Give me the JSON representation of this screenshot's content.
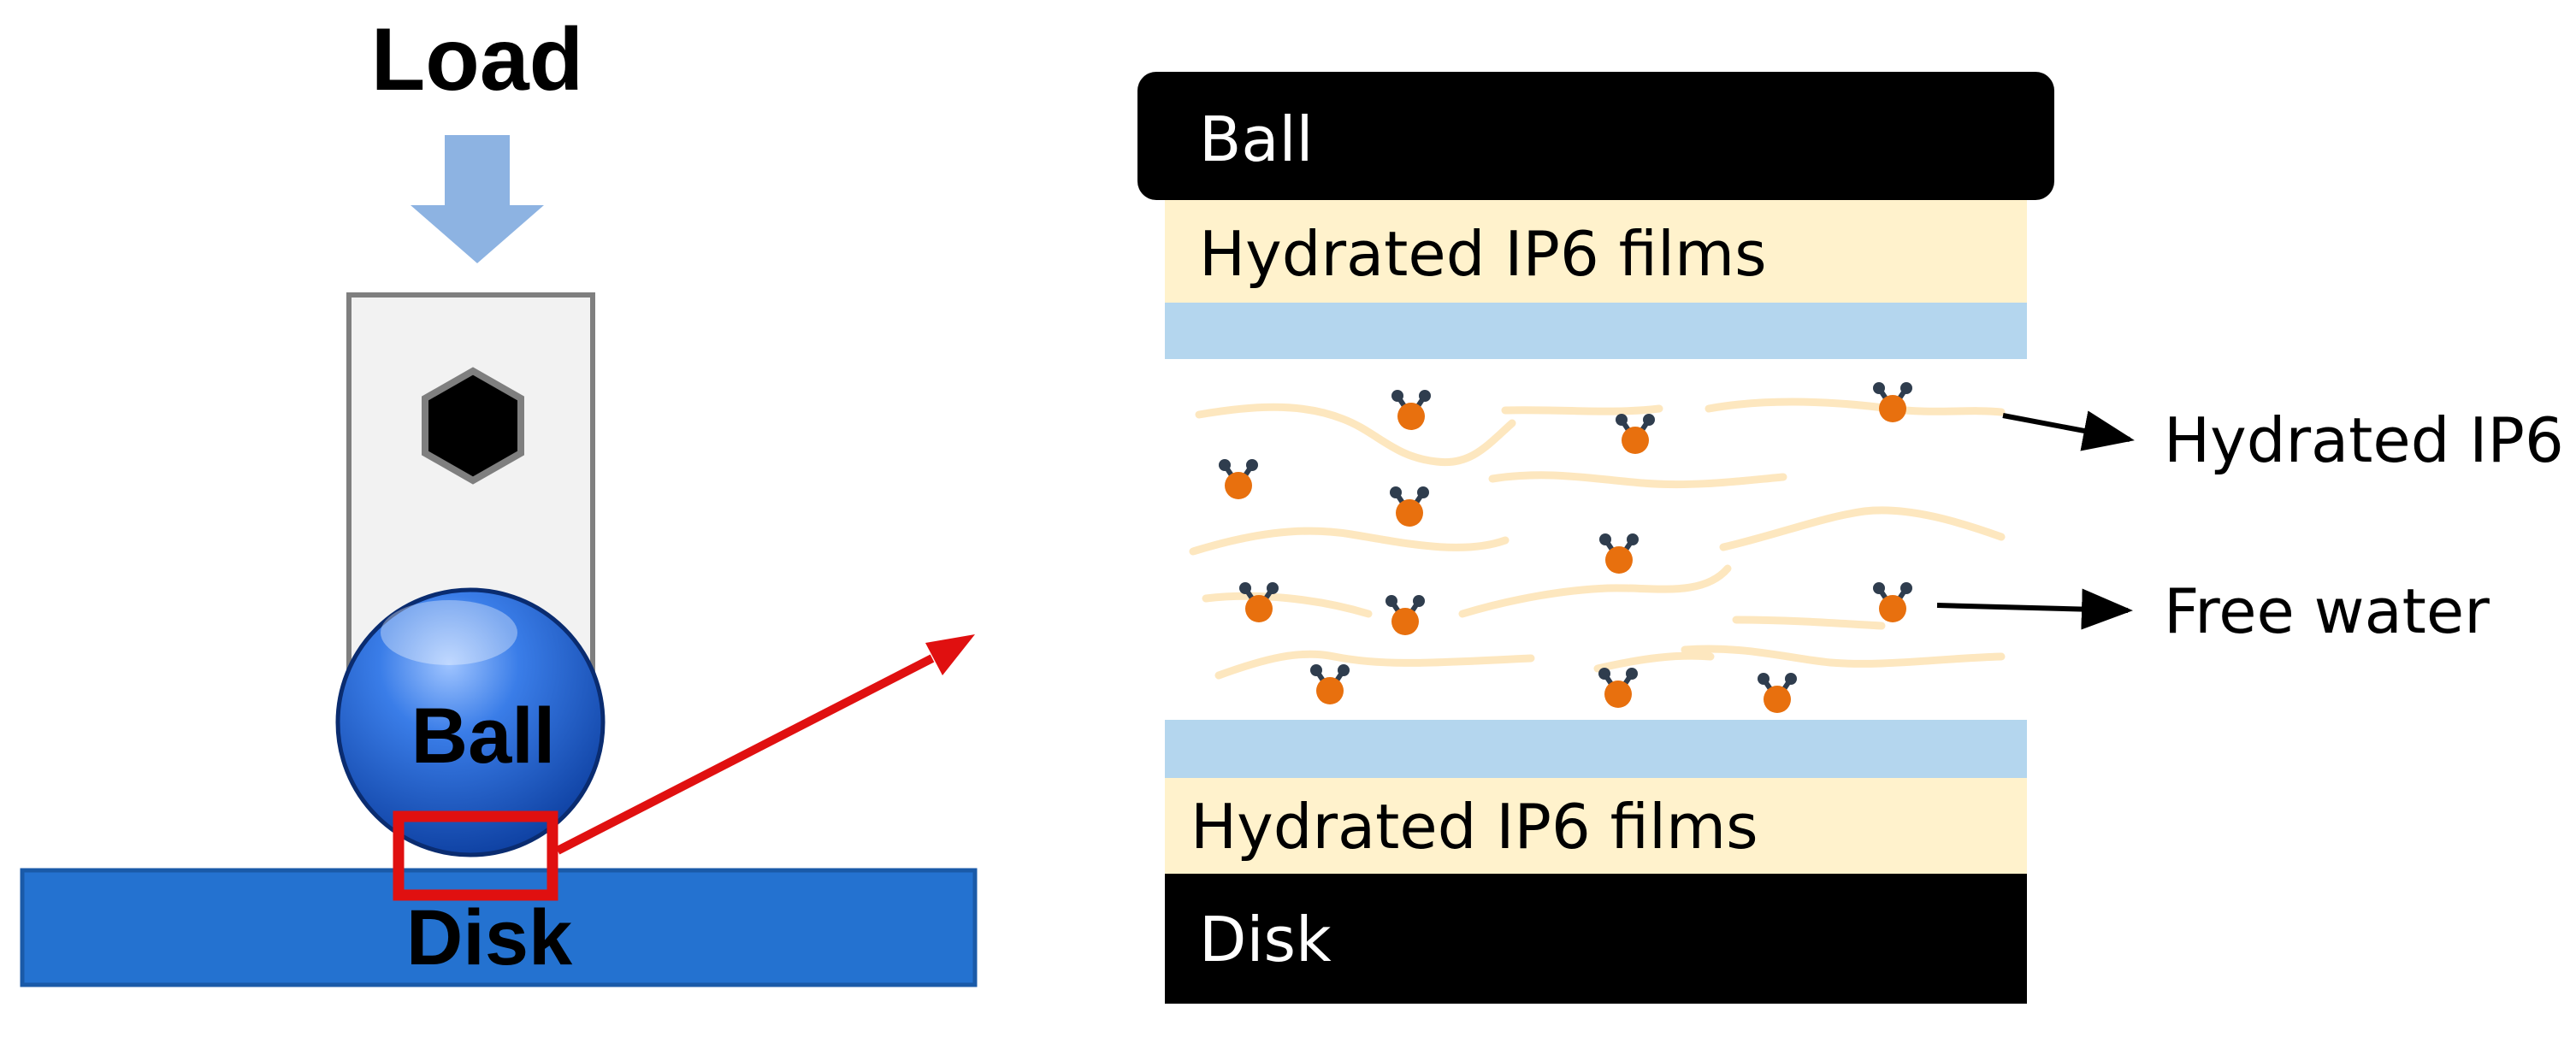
{
  "left": {
    "load_label": "Load",
    "ball_label": "Ball",
    "disk_label": "Disk",
    "colors": {
      "arrow": "#8db3e2",
      "holder_fill": "#f2f2f2",
      "holder_stroke": "#7f7f7f",
      "ball": "#1f5fd0",
      "disk": "#2472d0",
      "disk_stroke": "#1a5aa8",
      "highlight": "#e01010"
    }
  },
  "right": {
    "top_block_label": "Ball",
    "top_film_label": "Hydrated IP6 films",
    "bottom_film_label": "Hydrated IP6 films",
    "bottom_block_label": "Disk",
    "callout_ip6": "Hydrated IP6",
    "callout_water": "Free water",
    "colors": {
      "block": "#000000",
      "film": "#fff2cc",
      "water_band": "#b4d6ee",
      "chain": "#fde7bf",
      "oxygen": "#e8700e",
      "hydrogen": "#2f3d4e"
    }
  }
}
